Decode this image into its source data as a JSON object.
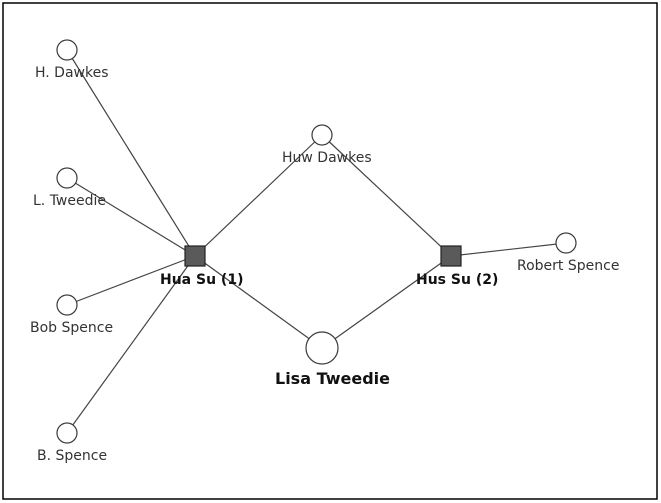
{
  "diagram": {
    "nodes": [
      {
        "id": "h-dawkes",
        "label": "H. Dawkes",
        "kind": "person"
      },
      {
        "id": "l-tweedie",
        "label": "L. Tweedie",
        "kind": "person"
      },
      {
        "id": "bob-spence",
        "label": "Bob Spence",
        "kind": "person"
      },
      {
        "id": "b-spence",
        "label": "B. Spence",
        "kind": "person"
      },
      {
        "id": "huw-dawkes",
        "label": "Huw Dawkes",
        "kind": "person"
      },
      {
        "id": "robert-spence",
        "label": "Robert Spence",
        "kind": "person"
      },
      {
        "id": "lisa-tweedie",
        "label": "Lisa Tweedie",
        "kind": "person-large"
      },
      {
        "id": "hua-su-1",
        "label": "Hua Su (1)",
        "kind": "hub"
      },
      {
        "id": "hus-su-2",
        "label": "Hus Su (2)",
        "kind": "hub"
      }
    ],
    "edges": [
      {
        "from": "hua-su-1",
        "to": "h-dawkes"
      },
      {
        "from": "hua-su-1",
        "to": "l-tweedie"
      },
      {
        "from": "hua-su-1",
        "to": "bob-spence"
      },
      {
        "from": "hua-su-1",
        "to": "b-spence"
      },
      {
        "from": "hua-su-1",
        "to": "huw-dawkes"
      },
      {
        "from": "hua-su-1",
        "to": "lisa-tweedie"
      },
      {
        "from": "hus-su-2",
        "to": "huw-dawkes"
      },
      {
        "from": "hus-su-2",
        "to": "lisa-tweedie"
      },
      {
        "from": "hus-su-2",
        "to": "robert-spence"
      }
    ]
  },
  "colors": {
    "hub_fill": "#5a5a5a",
    "node_stroke": "#3a3a3a",
    "edge": "#444444",
    "frame": "#000000"
  }
}
